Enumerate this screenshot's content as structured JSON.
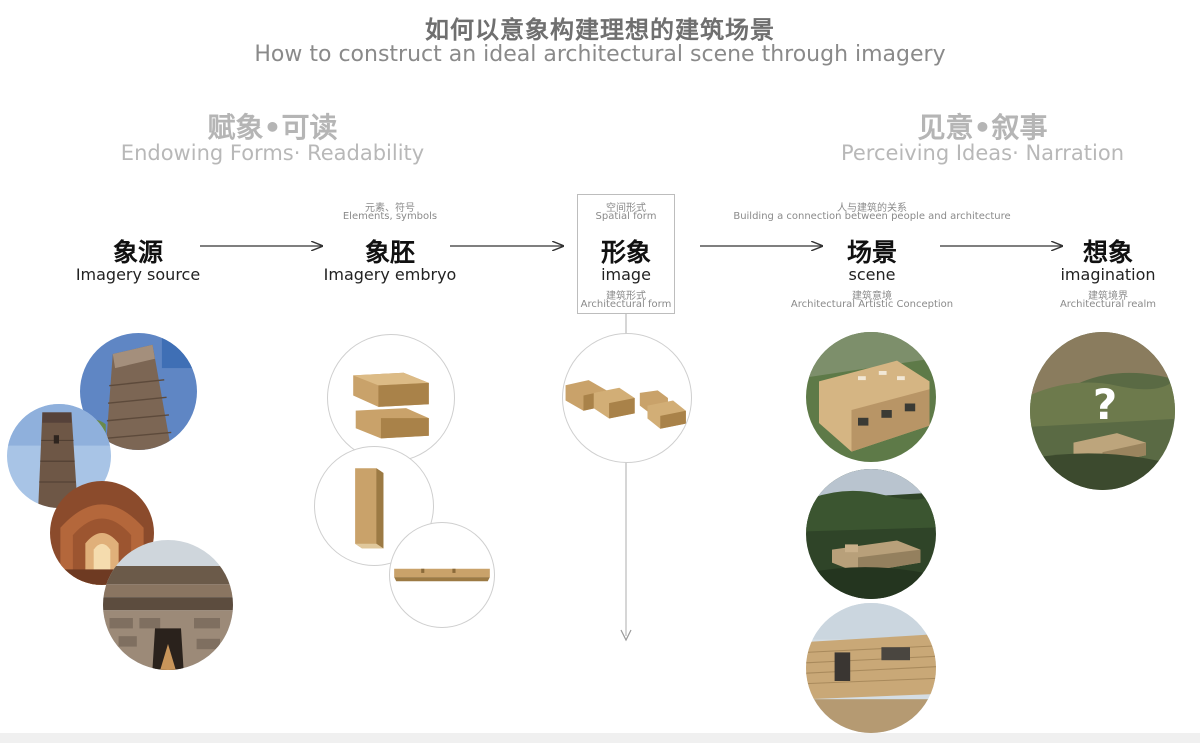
{
  "header": {
    "title_cn": "如何以意象构建理想的建筑场景",
    "title_en": "How to construct an ideal architectural scene through imagery"
  },
  "sections": {
    "left": {
      "title_cn": "赋象•可读",
      "title_en": "Endowing Forms· Readability"
    },
    "right": {
      "title_cn": "见意•叙事",
      "title_en": "Perceiving Ideas· Narration"
    }
  },
  "stages": [
    {
      "cn": "象源",
      "en": "Imagery source"
    },
    {
      "cn": "象胚",
      "en": "Imagery embryo",
      "top_cn": "元素、符号",
      "top_en": "Elements, symbols"
    },
    {
      "cn": "形象",
      "en": "image",
      "top_cn": "空间形式",
      "top_en": "Spatial form",
      "bottom_cn": "建筑形式",
      "bottom_en": "Architectural form"
    },
    {
      "cn": "场景",
      "en": "scene",
      "top_cn": "人与建筑的关系",
      "top_en": "Building a connection between people and architecture",
      "bottom_cn": "建筑意境",
      "bottom_en": "Architectural Artistic Conception"
    },
    {
      "cn": "想象",
      "en": "imagination",
      "bottom_cn": "建筑境界",
      "bottom_en": "Architectural realm"
    }
  ],
  "imagination_mark": "?",
  "colors": {
    "arrow": "#333333",
    "wood": "#c9a26a",
    "wood_dark": "#9c7a44",
    "circle_outline": "#cfcfcf"
  }
}
